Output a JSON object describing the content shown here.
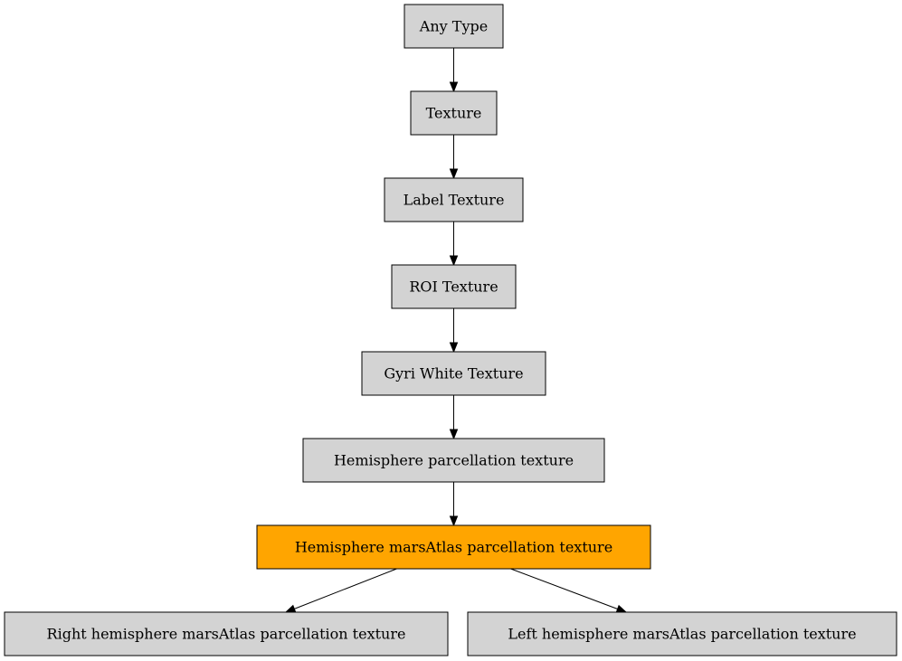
{
  "diagram": {
    "type": "type-hierarchy-graph",
    "colors": {
      "node_fill": "#d3d3d3",
      "highlight_fill": "#ffa500",
      "stroke": "#000000"
    },
    "nodes": [
      {
        "id": "any-type",
        "label": "Any Type",
        "highlighted": false
      },
      {
        "id": "texture",
        "label": "Texture",
        "highlighted": false
      },
      {
        "id": "label-texture",
        "label": "Label Texture",
        "highlighted": false
      },
      {
        "id": "roi-texture",
        "label": "ROI Texture",
        "highlighted": false
      },
      {
        "id": "gyri-white-texture",
        "label": "Gyri White Texture",
        "highlighted": false
      },
      {
        "id": "hemisphere-parcellation-texture",
        "label": "Hemisphere parcellation texture",
        "highlighted": false
      },
      {
        "id": "hemisphere-marsatlas-parcellation-texture",
        "label": "Hemisphere marsAtlas parcellation texture",
        "highlighted": true
      },
      {
        "id": "right-hemisphere-marsatlas-parcellation-texture",
        "label": "Right hemisphere marsAtlas parcellation texture",
        "highlighted": false
      },
      {
        "id": "left-hemisphere-marsatlas-parcellation-texture",
        "label": "Left hemisphere marsAtlas parcellation texture",
        "highlighted": false
      }
    ],
    "edges": [
      {
        "from": "any-type",
        "to": "texture"
      },
      {
        "from": "texture",
        "to": "label-texture"
      },
      {
        "from": "label-texture",
        "to": "roi-texture"
      },
      {
        "from": "roi-texture",
        "to": "gyri-white-texture"
      },
      {
        "from": "gyri-white-texture",
        "to": "hemisphere-parcellation-texture"
      },
      {
        "from": "hemisphere-parcellation-texture",
        "to": "hemisphere-marsatlas-parcellation-texture"
      },
      {
        "from": "hemisphere-marsatlas-parcellation-texture",
        "to": "right-hemisphere-marsatlas-parcellation-texture"
      },
      {
        "from": "hemisphere-marsatlas-parcellation-texture",
        "to": "left-hemisphere-marsatlas-parcellation-texture"
      }
    ]
  }
}
